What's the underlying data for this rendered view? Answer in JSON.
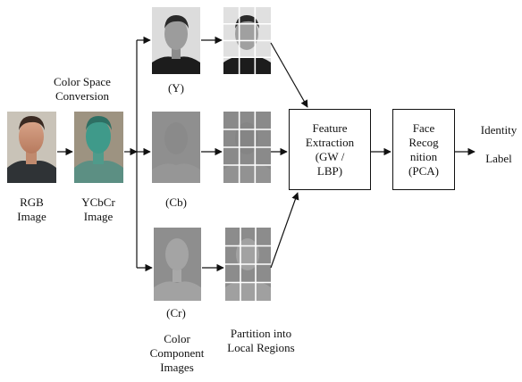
{
  "labels": {
    "color_space_conversion": "Color Space\nConversion",
    "rgb_image": "RGB\nImage",
    "ycbcr_image": "YCbCr\nImage",
    "y_channel": "(Y)",
    "cb_channel": "(Cb)",
    "cr_channel": "(Cr)",
    "color_component_images": "Color\nComponent\nImages",
    "partition_local_regions": "Partition into\nLocal Regions",
    "identity_label": "Identity\n\nLabel"
  },
  "boxes": {
    "feature_extraction": "Feature\nExtraction\n(GW /\nLBP)",
    "face_recognition": "Face\nRecog\nnition\n(PCA)"
  },
  "grid": {
    "rows": 4,
    "cols": 3
  },
  "colors": {
    "line": "#111111",
    "partition_grid": "#ffffff"
  }
}
